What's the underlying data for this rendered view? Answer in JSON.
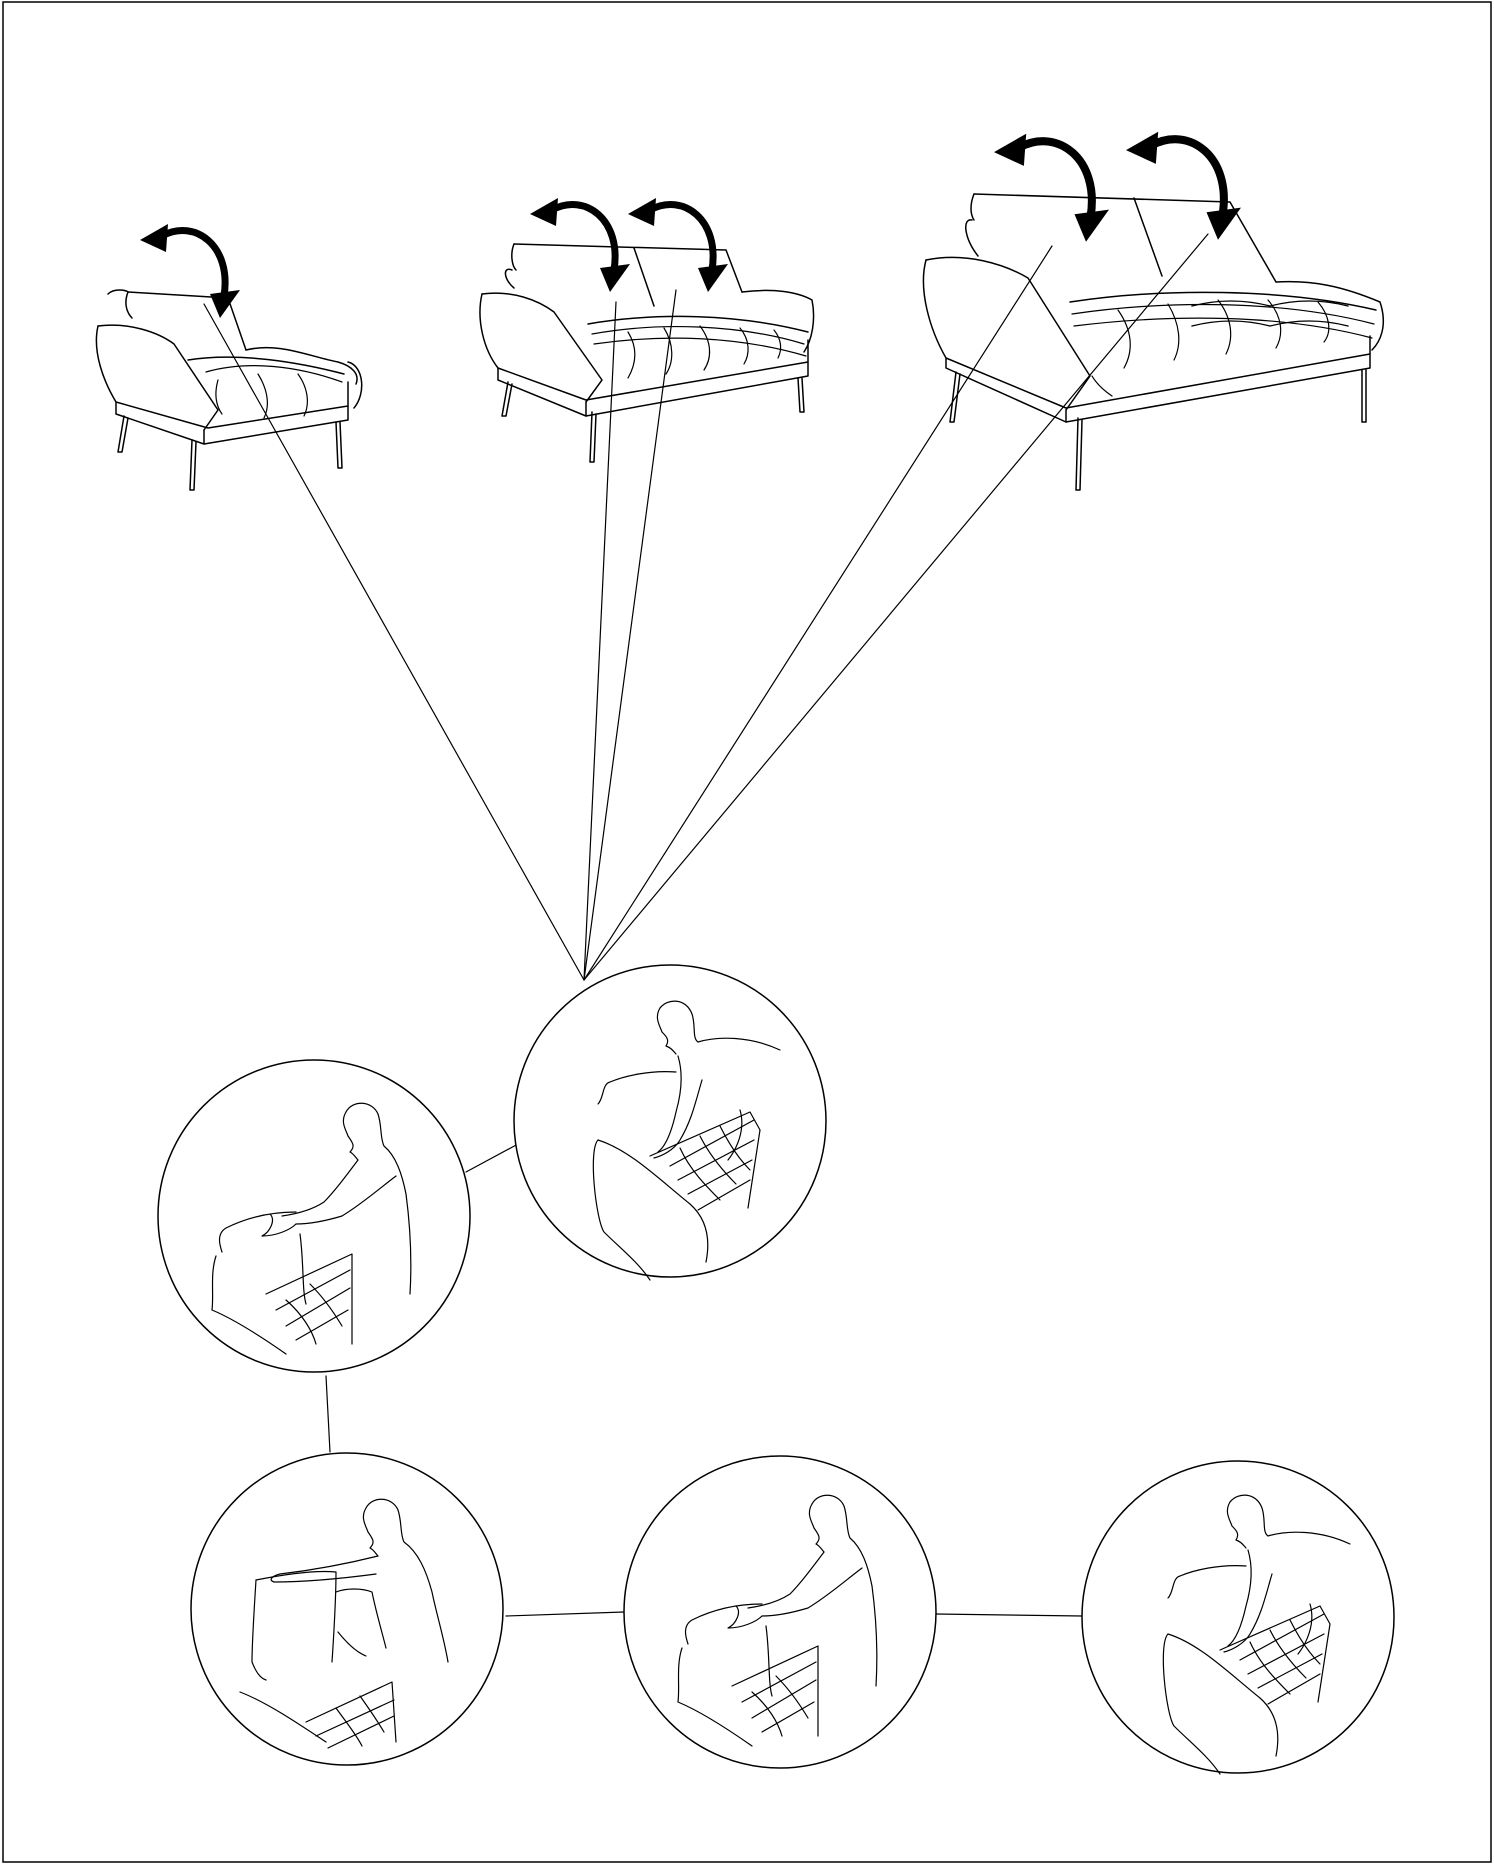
{
  "document": {
    "type": "assembly-instruction-illustration",
    "ink_color": "#000000",
    "paper_color": "#ffffff"
  },
  "products": [
    {
      "name": "armchair",
      "back_cushions": 1,
      "rotation_arrows": 1,
      "arrow-icon": "curved-arrow-icon"
    },
    {
      "name": "loveseat",
      "back_cushions": 2,
      "rotation_arrows": 2,
      "arrow-icon": "curved-arrow-icon"
    },
    {
      "name": "sofa",
      "back_cushions": 2,
      "rotation_arrows": 2,
      "arrow-icon": "curved-arrow-icon"
    }
  ],
  "steps": [
    {
      "id": "step-1",
      "depicts": "person-lifting-seat-icon"
    },
    {
      "id": "step-2",
      "depicts": "person-pushing-backrest-icon"
    },
    {
      "id": "step-3",
      "depicts": "person-folding-backrest-icon"
    },
    {
      "id": "step-4",
      "depicts": "person-pushing-backrest-icon"
    },
    {
      "id": "step-5",
      "depicts": "person-lifting-seat-icon"
    }
  ]
}
